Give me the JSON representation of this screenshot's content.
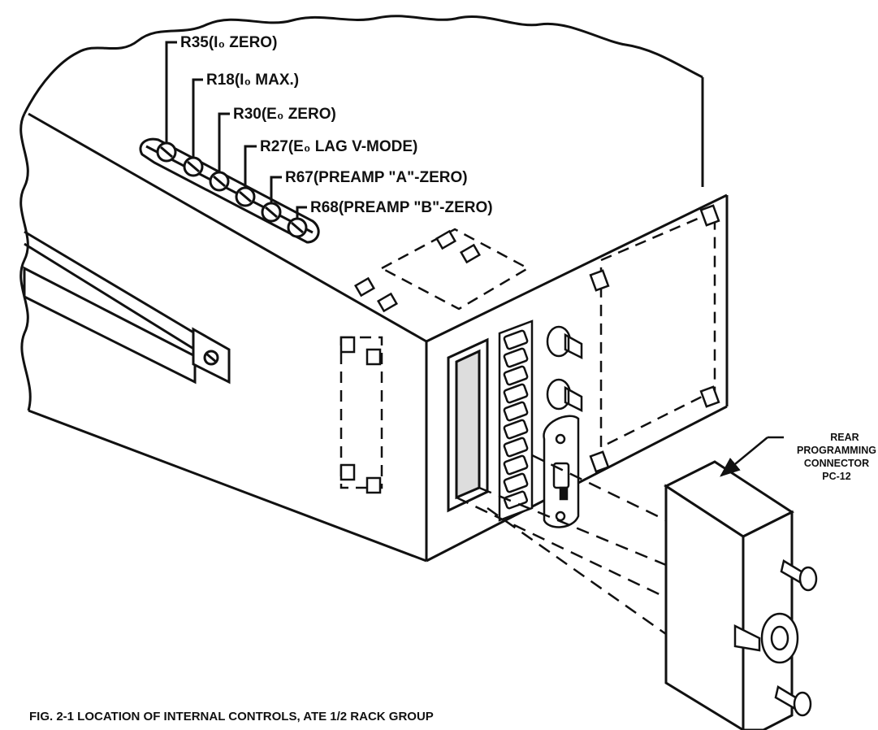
{
  "labels": {
    "r35": "R35(I₀ ZERO)",
    "r18": "R18(I₀ MAX.)",
    "r30": "R30(E₀ ZERO)",
    "r27": "R27(E₀ LAG V-MODE)",
    "r67": "R67(PREAMP \"A\"-ZERO)",
    "r68": "R68(PREAMP \"B\"-ZERO)"
  },
  "connector_callout": [
    "REAR",
    "PROGRAMMING",
    "CONNECTOR",
    "PC-12"
  ],
  "caption": "FIG. 2-1 LOCATION OF INTERNAL CONTROLS, ATE 1/2 RACK GROUP"
}
